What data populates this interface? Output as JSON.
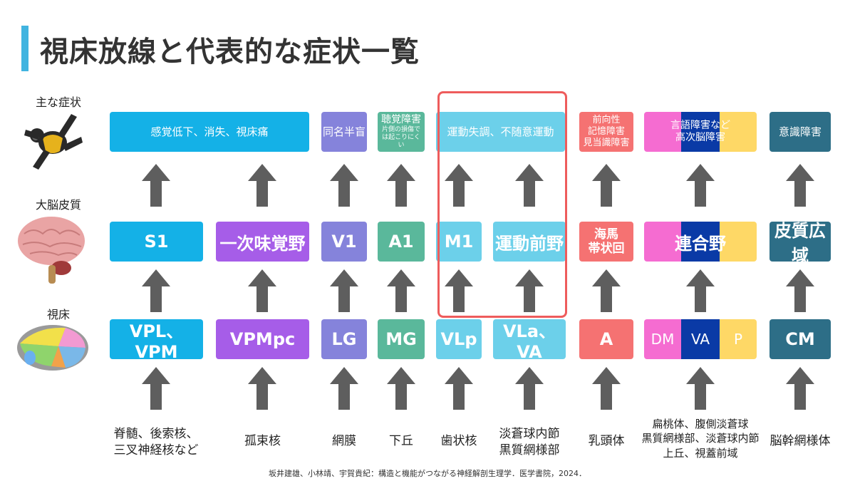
{
  "title": "視床放線と代表的な症状一覧",
  "row_labels": {
    "symptoms": "主な症状",
    "cortex": "大脳皮質",
    "thalamus": "視床"
  },
  "colors": {
    "blue": "#14b1e7",
    "purple": "#a65de8",
    "lavender": "#8583db",
    "green": "#5ab89b",
    "lightblue": "#6cd0ea",
    "salmon": "#f57272",
    "pink": "#f56cd1",
    "navy": "#0a3aa6",
    "yellow": "#fed866",
    "teal": "#2d6e87",
    "arrow": "#5e5e5e",
    "accent": "#41b4e0",
    "highlight": "#ee5c5c"
  },
  "symptoms": {
    "s1": "感覚低下、消失、視床痛",
    "v1": "同名半盲",
    "a1": "聴覚障害",
    "a1_note": "片側の損傷では起こりにくい",
    "motor": "運動失調、不随意運動",
    "limbic_l1": "前向性",
    "limbic_l2": "記憶障害",
    "limbic_l3": "見当識障害",
    "assoc_l1": "言語障害など",
    "assoc_l2": "高次脳障害",
    "cm": "意識障害"
  },
  "cortex": {
    "s1": "S1",
    "gustatory": "一次味覚野",
    "v1": "V1",
    "a1": "A1",
    "m1": "M1",
    "premotor": "運動前野",
    "cingulate_l1": "海馬",
    "cingulate_l2": "帯状回",
    "association": "連合野",
    "wide": "皮質広域"
  },
  "thalamus": {
    "vpl_vpm": "VPL、VPM",
    "vpmpc": "VPMpc",
    "lg": "LG",
    "mg": "MG",
    "vlp": "VLp",
    "vla_va": "VLa、VA",
    "a": "A",
    "dm": "DM",
    "va": "VA",
    "p": "P",
    "cm": "CM"
  },
  "inputs": {
    "i1_l1": "脊髄、後索核、",
    "i1_l2": "三叉神経核など",
    "i2": "孤束核",
    "i3": "網膜",
    "i4": "下丘",
    "i5": "歯状核",
    "i6_l1": "淡蒼球内節",
    "i6_l2": "黒質網様部",
    "i7": "乳頭体",
    "i8_l1": "扁桃体、腹側淡蒼球",
    "i8_l2": "黒質網様部、淡蒼球内節",
    "i8_l3": "上丘、視蓋前域",
    "i9": "脳幹網様体"
  },
  "citation": "坂井建雄、小林靖、宇賀貴紀：構造と機能がつながる神経解剖生理学．医学書院，2024．"
}
